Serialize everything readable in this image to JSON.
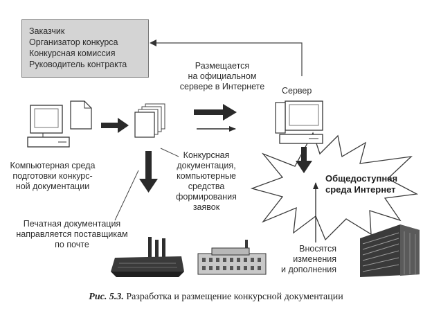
{
  "roles_box": {
    "lines": [
      "Заказчик",
      "Организатор конкурса",
      "Конкурсная комиссия",
      "Руководитель контракта"
    ]
  },
  "labels": {
    "publish": [
      "Размещается",
      "на официальном",
      "сервере в Интернете"
    ],
    "server": "Сервер",
    "computer_env": [
      "Компьютерная среда",
      "подготовки конкурс-",
      "ной документации"
    ],
    "documentation": [
      "Конкурсная",
      "документация,",
      "компьютерные",
      "средства",
      "формирования",
      "заявок"
    ],
    "internet": [
      "Общедоступная",
      "среда Интернет"
    ],
    "printed": [
      "Печатная документация",
      "направляется поставщикам",
      "по почте"
    ],
    "changes": [
      "Вносятся",
      "изменения",
      "и дополнения"
    ]
  },
  "caption": {
    "figure": "Рис. 5.3.",
    "text": " Разработка и размещение конкурсной документации"
  },
  "icons": {
    "computer": "desktop-computer-icon",
    "server": "server-computer-icon",
    "document": "document-stack-icon",
    "factory": "factory-icon",
    "building": "office-building-icon",
    "burst": "starburst-icon"
  }
}
